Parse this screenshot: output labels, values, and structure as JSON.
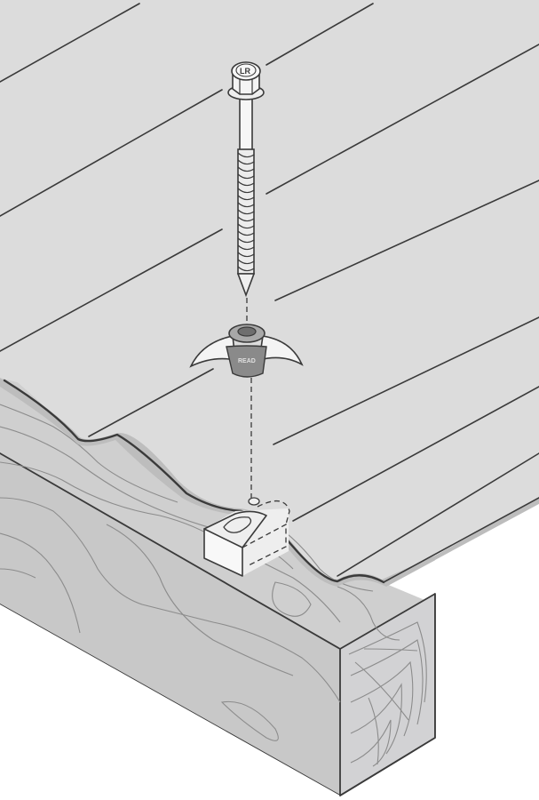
{
  "figure": {
    "type": "isometric installation diagram",
    "subject": "corrugated roofing sheet fixing over timber purlin",
    "components": [
      {
        "id": "roof-sheet",
        "label": "Corrugated roof sheet"
      },
      {
        "id": "screw",
        "label": "Hex-head roofing screw",
        "head_marking": "LR"
      },
      {
        "id": "washer",
        "label": "Saddle washer",
        "stamp_text": "READ"
      },
      {
        "id": "spacer",
        "label": "Crest support / spacer block"
      },
      {
        "id": "purlin",
        "label": "Timber purlin"
      }
    ],
    "guide": {
      "style": "dashed",
      "meaning": "fixing axis"
    }
  },
  "colors": {
    "sheet": "#dcdcdc",
    "sheet_lower": "#d7d7da",
    "wood_top": "#cfcfcf",
    "wood_side": "#c8c8c8",
    "wood_end": "#d2d2d4",
    "ink": "#3a3a3a",
    "grain": "#8c8c8c",
    "background": "#ffffff",
    "washer_rubber": "#8a8a8a",
    "metal_highlight": "#f4f4f4"
  },
  "labels": {
    "screw_head": "LR",
    "washer_stamp": "READ"
  }
}
